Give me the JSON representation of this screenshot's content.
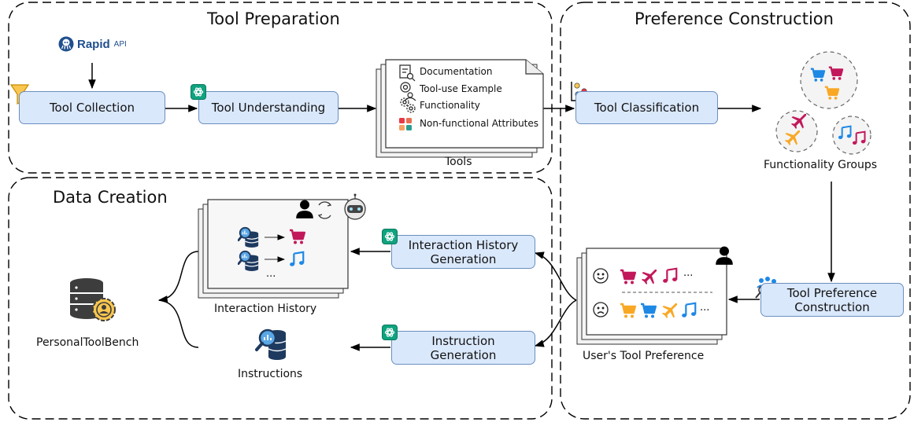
{
  "sections": {
    "tool_preparation": "Tool Preparation",
    "preference_construction": "Preference Construction",
    "data_creation": "Data Creation"
  },
  "logo": {
    "brand": "Rapid",
    "suffix": "API",
    "icon": "rapidapi-octopus-icon"
  },
  "boxes": {
    "tool_collection": "Tool Collection",
    "tool_understanding": "Tool Understanding",
    "tool_classification": "Tool Classification",
    "tool_preference_construction": [
      "Tool Preference",
      "Construction"
    ],
    "interaction_history_generation": [
      "Interaction History",
      "Generation"
    ],
    "instruction_generation": [
      "Instruction",
      "Generation"
    ]
  },
  "tools_card": {
    "items": [
      {
        "label": "Documentation",
        "icon": "document-search-icon"
      },
      {
        "label": "Tool-use Example",
        "icon": "gear-person-icon"
      },
      {
        "label": "Functionality",
        "icon": "gears-icon"
      },
      {
        "label": "Non-functional Attributes",
        "icon": "color-grid-icon"
      }
    ],
    "caption": "Tools"
  },
  "captions": {
    "functionality_groups": "Functionality Groups",
    "interaction_history": "Interaction History",
    "personal_tool_bench": "PersonalToolBench",
    "instructions": "Instructions",
    "users_tool_preference": "User's Tool Preference"
  },
  "preference_card": {
    "ellipsis": "..."
  },
  "history_card": {
    "ellipsis": "..."
  },
  "colors": {
    "box_fill": "#dae8fc",
    "box_stroke": "#6c8ebf",
    "gpt_green": "#10a37f",
    "shopping_red": "#c2185b",
    "shopping_blue": "#1e88e5",
    "shopping_yellow": "#f9a825",
    "flight_red": "#c2185b",
    "flight_yellow": "#f9a825",
    "music_blue": "#1e88e5",
    "music_red": "#c2185b"
  }
}
